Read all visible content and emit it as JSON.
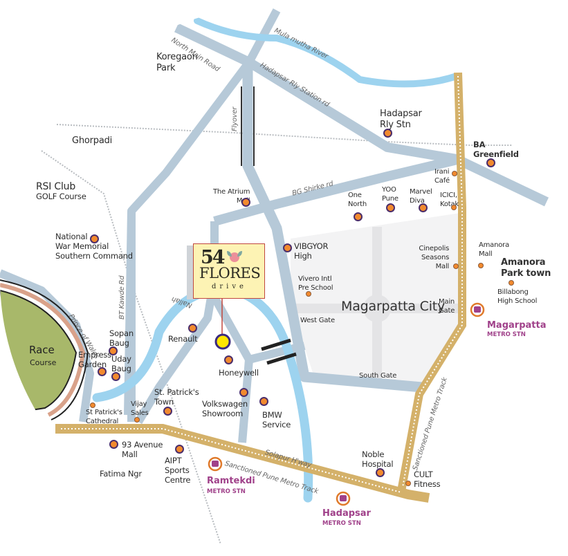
{
  "project": {
    "number": "54",
    "name": "FLORES",
    "subtitle": "drive",
    "marker_color": "#ffe600"
  },
  "colors": {
    "road": "#b6c9d8",
    "river": "#9dd3ef",
    "metro_track": "#d4b16a",
    "poi_fill": "#f28a2e",
    "poi_border": "#4a2d6b",
    "metro_label": "#a0418a",
    "magarpatta_area": "#f3f3f4",
    "race_course_fill": "#a8b86a",
    "race_course_ring": "#d9a28a"
  },
  "areas": {
    "koregaon_park": [
      "Koregaon",
      "Park"
    ],
    "ghorpadi": "Ghorpadi",
    "rsi_club": [
      "RSI Club",
      "GOLF Course"
    ],
    "race_course": [
      "Race",
      "Course"
    ],
    "magarpatta_city": "Magarpatta City",
    "amanora_park_town": [
      "Amanora",
      "Park town"
    ],
    "fatima_ngr": [
      "Fatima",
      "Ngr"
    ]
  },
  "roads": {
    "north_main_road": "North Main Road",
    "mula_mutha_river": "Mula mutha River",
    "hadapsar_rly_station_rd": "Hadapsar Rly Station rd",
    "flyover": "Flyover",
    "bg_shirke_rd": "BG Shirke rd",
    "bt_kawde_rd": "BT Kawde Rd",
    "prince_of_wales": "Prince of Wales",
    "nallah": "Nallah",
    "solapur_hway": "Solapur H'way",
    "metro_track_1": "Sanctioned Pune Metro Track",
    "metro_track_2": "Sanctioned Pune Metro Track"
  },
  "pois": {
    "hadapsar_rly": [
      "Hadapsar",
      "Rly Stn"
    ],
    "ba_greenfield": [
      "BA",
      "Greenfield"
    ],
    "irani_cafe": [
      "Irani",
      "Café"
    ],
    "icici_kotak": [
      "ICICI,",
      "Kotak"
    ],
    "atrium_mall": [
      "The Atrium",
      "Mall"
    ],
    "one_north": [
      "One",
      "North"
    ],
    "yoo_pune": [
      "YOO",
      "Pune"
    ],
    "marvel_diva": [
      "Marvel",
      "Diva"
    ],
    "national_war_memorial": [
      "National",
      "War Memorial",
      "Southern Command"
    ],
    "vibgyor_high": [
      "VIBGYOR",
      "High"
    ],
    "vivero": [
      "Vivero Intl",
      "Pre School"
    ],
    "cinepolis": [
      "Cinepolis",
      "Seasons",
      "Mall"
    ],
    "amanora_mall": [
      "Amanora",
      "Mall"
    ],
    "billabong": [
      "Billabong",
      "High School"
    ],
    "main_gate": [
      "Main",
      "Gate"
    ],
    "west_gate": "West Gate",
    "south_gate": "South Gate",
    "renault": "Renault",
    "honeywell": "Honeywell",
    "sopan_baug": [
      "Sopan",
      "Baug"
    ],
    "empress_garden": [
      "Empress",
      "Garden"
    ],
    "uday_baug": [
      "Uday",
      "Baug"
    ],
    "st_patricks_town": [
      "St. Patrick's",
      "Town"
    ],
    "volkswagen": [
      "Volkswagen",
      "Showroom"
    ],
    "bmw": [
      "BMW",
      "Service"
    ],
    "st_patricks_cathedral": [
      "St Patrick's",
      "Cathedral"
    ],
    "vijay_sales": [
      "Vijay",
      "Sales"
    ],
    "avenue_mall": [
      "93 Avenue",
      "Mall"
    ],
    "aipt": [
      "AIPT",
      "Sports",
      "Centre"
    ],
    "noble_hospital": [
      "Noble",
      "Hospital"
    ],
    "cult": [
      "CULT",
      "Fitness"
    ]
  },
  "metro_stations": {
    "magarpatta": {
      "name": "Magarpatta",
      "sub": "METRO STN"
    },
    "ramtekdi": {
      "name": "Ramtekdi",
      "sub": "METRO STN"
    },
    "hadapsar": {
      "name": "Hadapsar",
      "sub": "METRO STN"
    }
  }
}
